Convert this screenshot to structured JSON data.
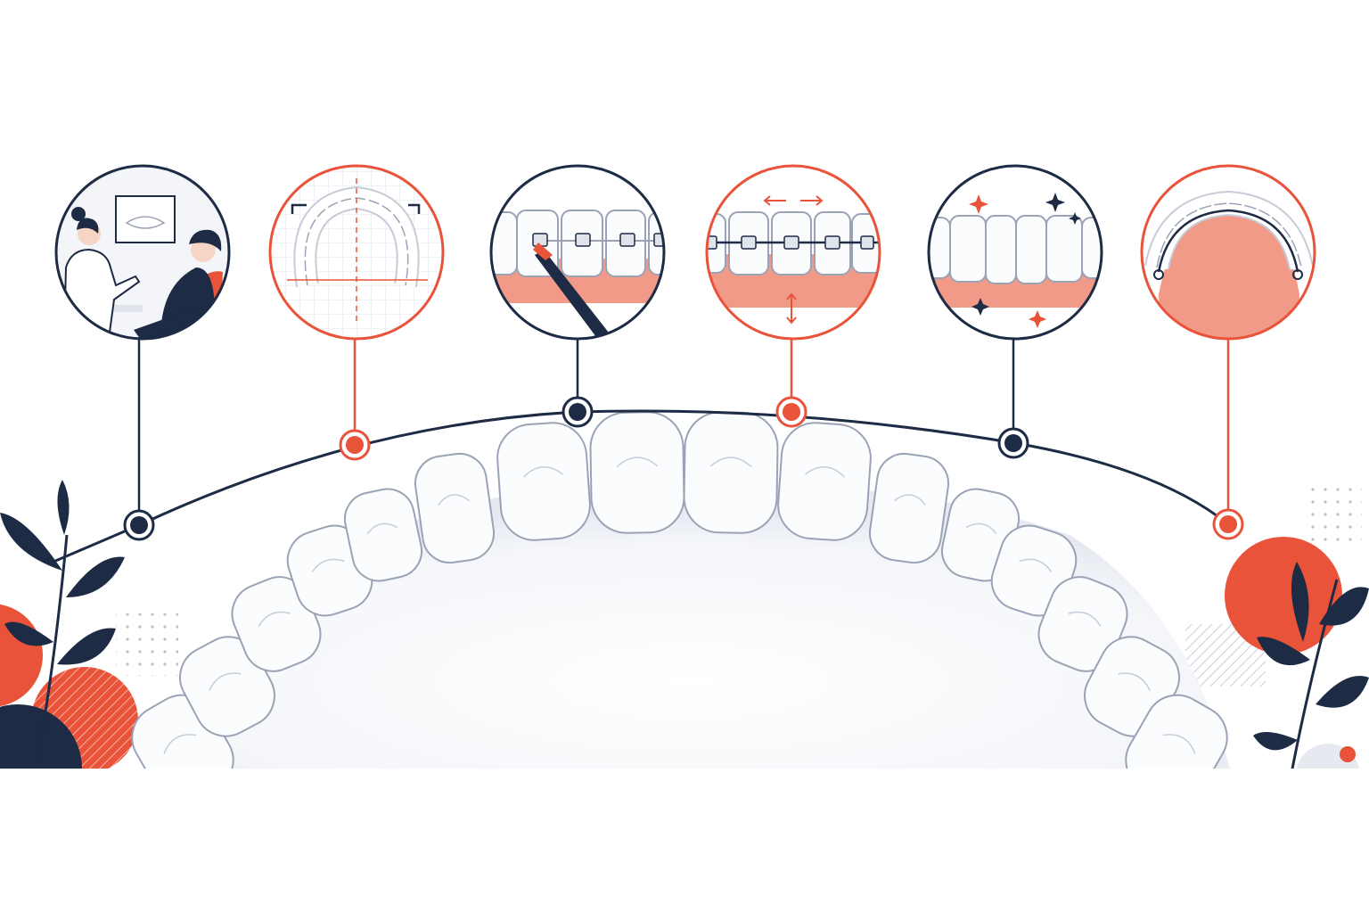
{
  "colors": {
    "navy": "#1d2b45",
    "coral": "#e8533a",
    "gum": "#f29a88",
    "tooth": "#fbfcfe",
    "tooth_stroke": "#9aa3b5",
    "background": "#ffffff"
  },
  "timeline": {
    "steps": [
      {
        "id": "consultation",
        "icon": "consultation-icon",
        "ring": "navy"
      },
      {
        "id": "planning",
        "icon": "arch-scan-icon",
        "ring": "coral"
      },
      {
        "id": "bonding",
        "icon": "bracket-bonding-icon",
        "ring": "navy"
      },
      {
        "id": "adjustment",
        "icon": "braces-adjust-icon",
        "ring": "coral"
      },
      {
        "id": "result",
        "icon": "clean-smile-icon",
        "ring": "navy"
      },
      {
        "id": "retainer",
        "icon": "retainer-icon",
        "ring": "coral"
      }
    ]
  },
  "decorations": [
    "leaf-icon",
    "sparkle-icon",
    "dot-grid",
    "hatch-pattern"
  ]
}
